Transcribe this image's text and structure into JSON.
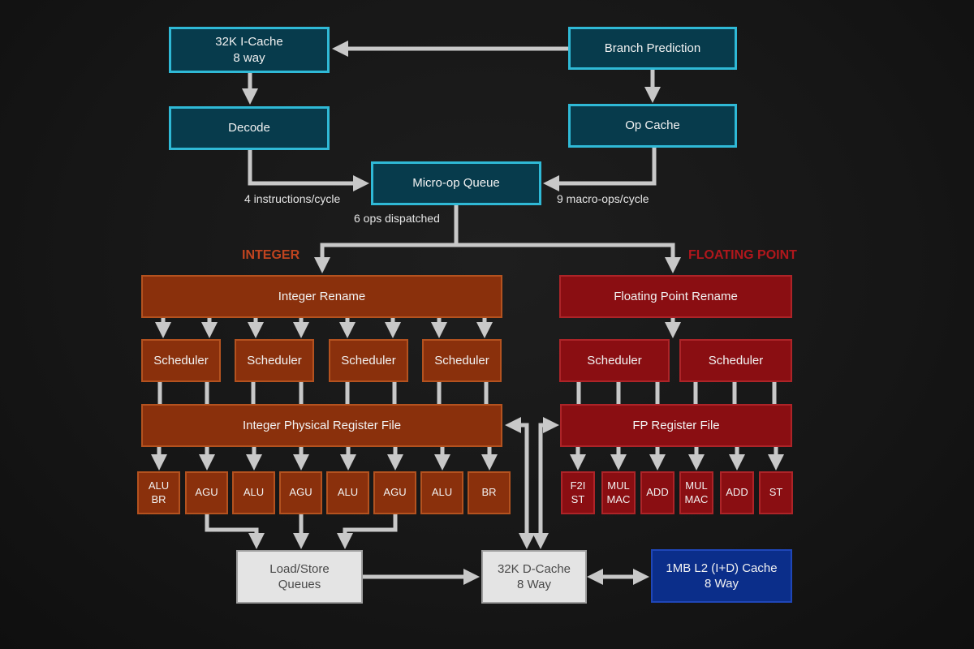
{
  "colors": {
    "frontend_fill": "#073b4c",
    "frontend_border": "#2fb9d6",
    "integer_fill": "#8a300c",
    "integer_label": "#c0441f",
    "fp_fill": "#8a0e12",
    "fp_label": "#b0171c",
    "memory_fill": "#e4e4e4",
    "l2_fill": "#0b2e8a",
    "arrow": "#c8c8c8",
    "background": "#161616"
  },
  "frontend": {
    "icache": "32K I-Cache\n8 way",
    "branch_prediction": "Branch Prediction",
    "decode": "Decode",
    "op_cache": "Op Cache",
    "micro_op_queue": "Micro-op Queue",
    "decode_rate": "4 instructions/cycle",
    "op_cache_rate": "9 macro-ops/cycle",
    "dispatch_rate": "6 ops dispatched"
  },
  "integer": {
    "section_label": "INTEGER",
    "rename": "Integer Rename",
    "schedulers": [
      "Scheduler",
      "Scheduler",
      "Scheduler",
      "Scheduler"
    ],
    "register_file": "Integer Physical Register File",
    "units": [
      "ALU\nBR",
      "AGU",
      "ALU",
      "AGU",
      "ALU",
      "AGU",
      "ALU",
      "BR"
    ]
  },
  "floating_point": {
    "section_label": "FLOATING POINT",
    "rename": "Floating Point Rename",
    "schedulers": [
      "Scheduler",
      "Scheduler"
    ],
    "register_file": "FP Register File",
    "units": [
      "F2I\nST",
      "MUL\nMAC",
      "ADD",
      "MUL\nMAC",
      "ADD",
      "ST"
    ]
  },
  "memory": {
    "load_store": "Load/Store\nQueues",
    "dcache": "32K D-Cache\n8 Way",
    "l2_cache": "1MB L2 (I+D) Cache\n8 Way"
  }
}
